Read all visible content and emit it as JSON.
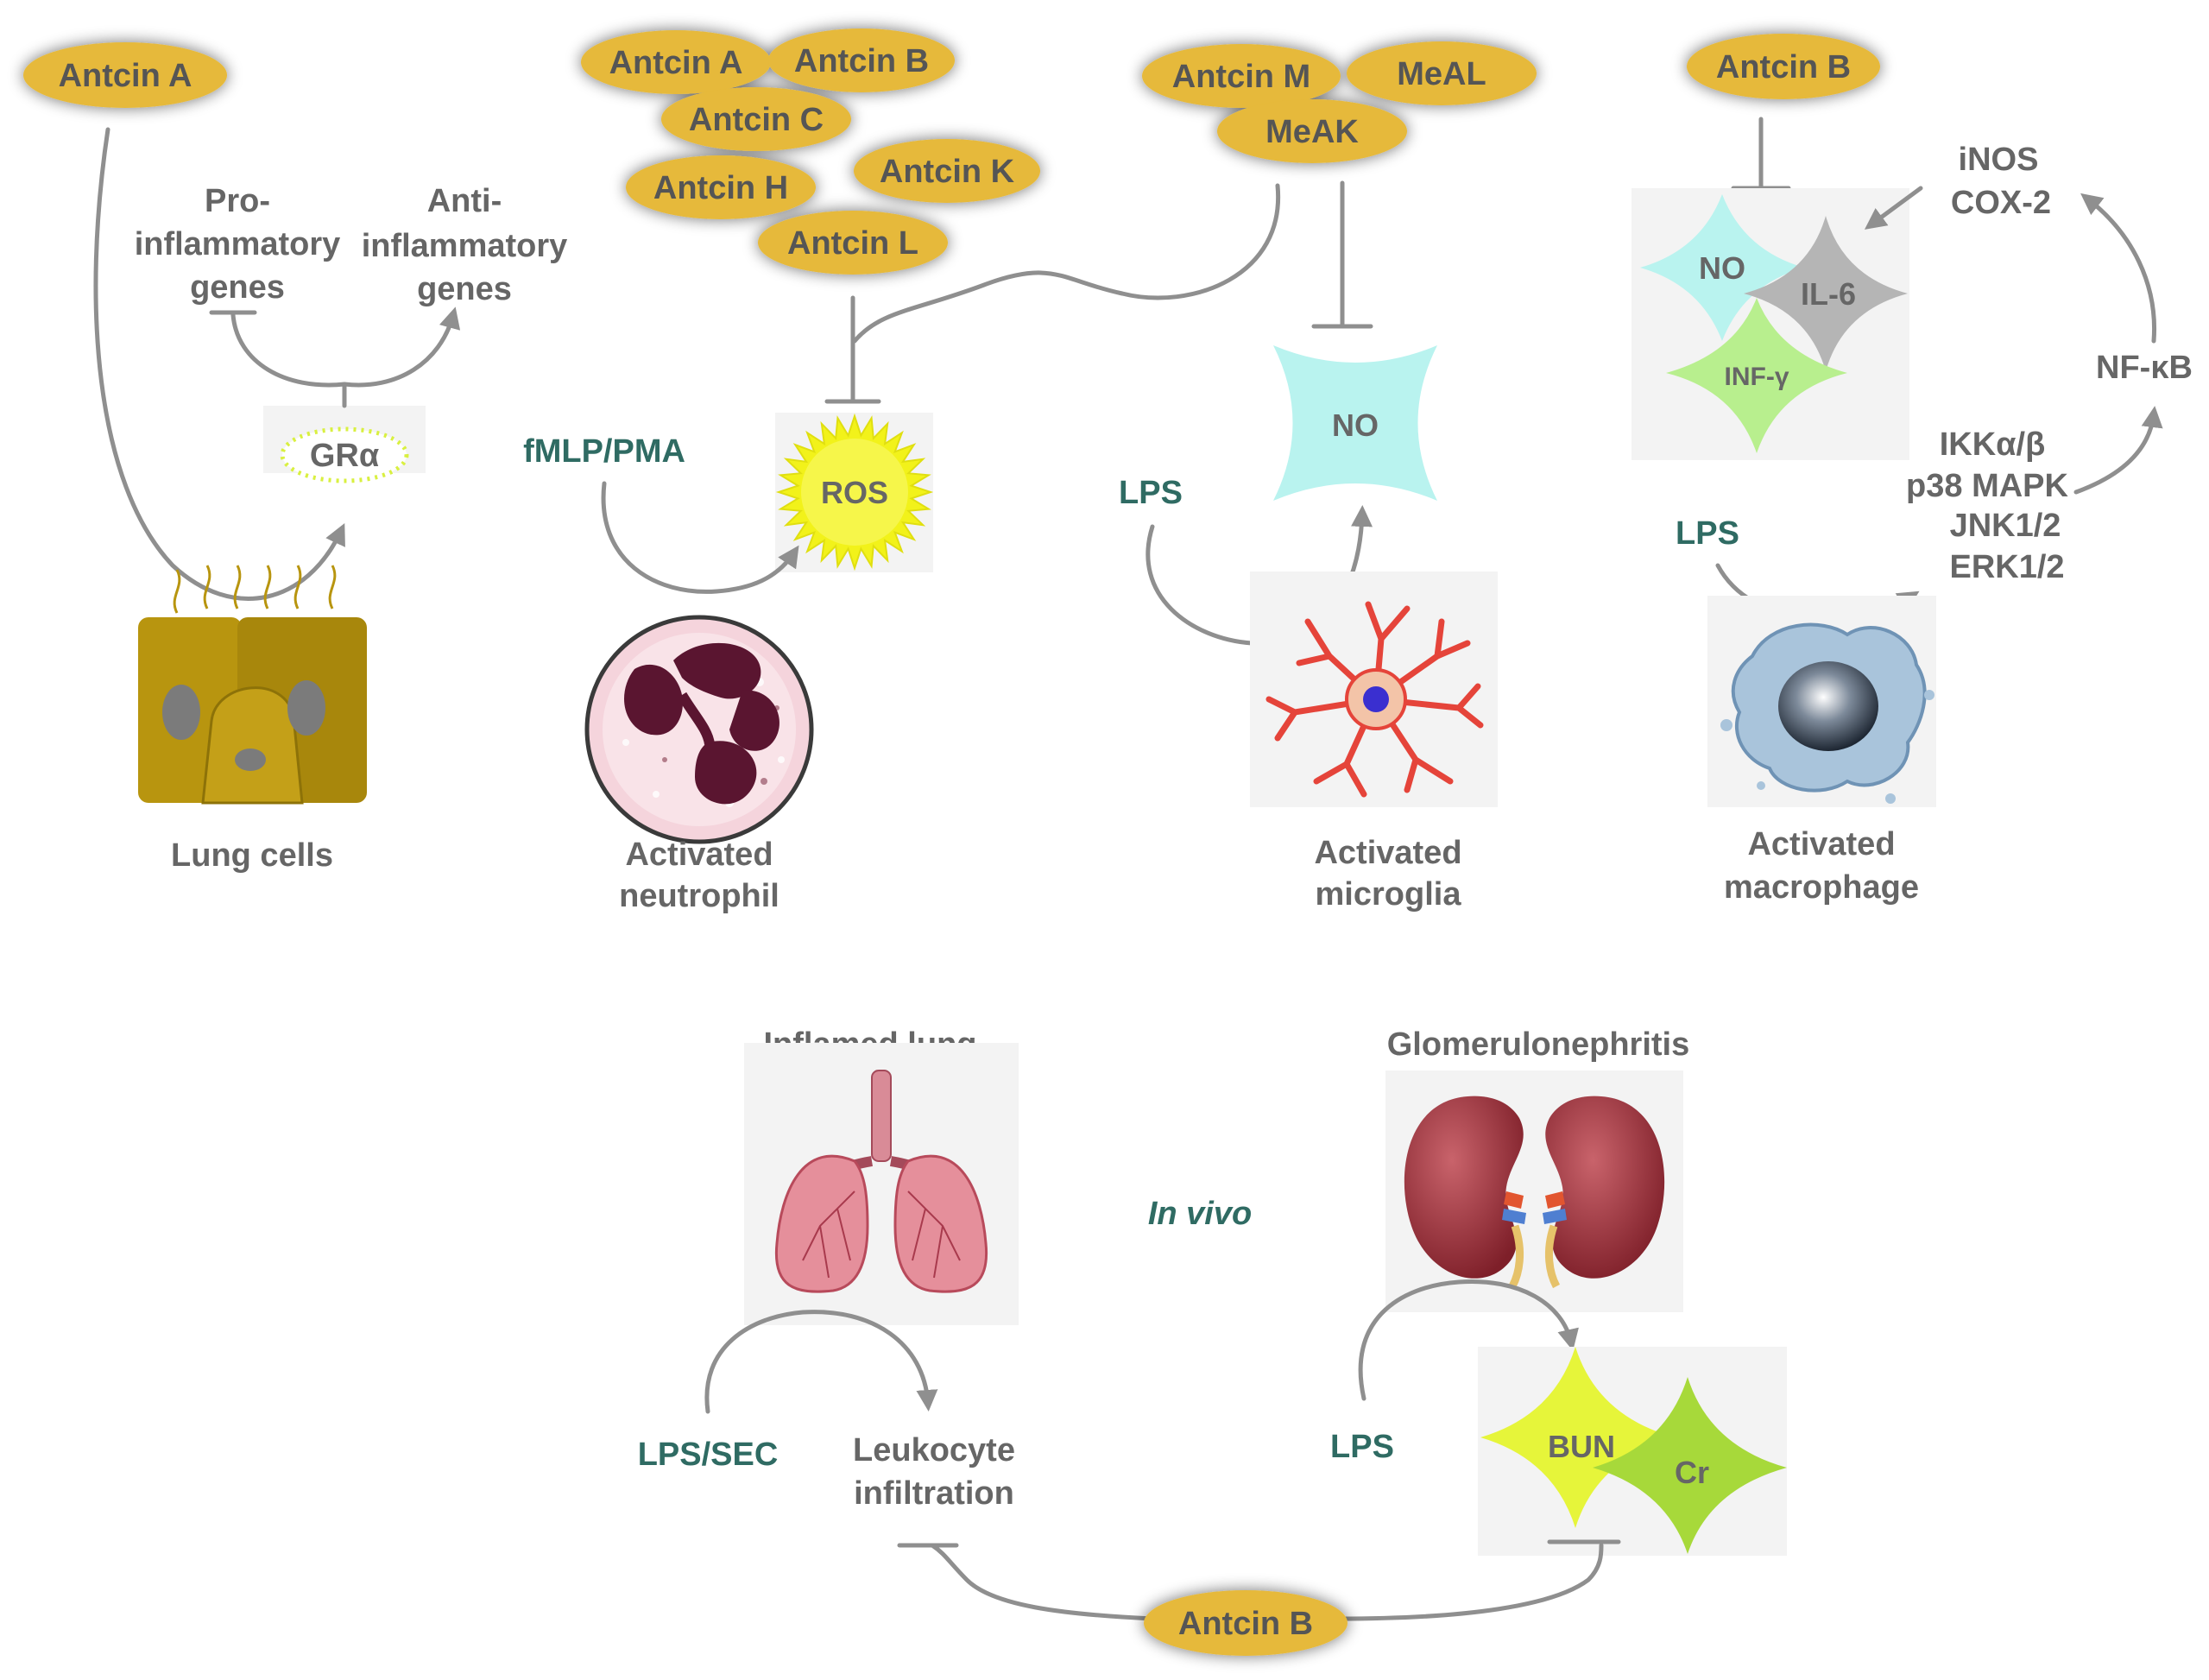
{
  "pills": {
    "lung_antcin_a": "Antcin A",
    "n_antcin_a": "Antcin A",
    "n_antcin_b": "Antcin B",
    "n_antcin_c": "Antcin C",
    "n_antcin_h": "Antcin H",
    "n_antcin_k": "Antcin K",
    "n_antcin_l": "Antcin L",
    "m_antcin_m": "Antcin M",
    "m_meal": "MeAL",
    "m_meak": "MeAK",
    "mac_antcin_b": "Antcin B",
    "vivo_antcin_b": "Antcin B"
  },
  "lung_panel": {
    "pro_line1": "Pro-",
    "pro_line2": "inflammatory",
    "pro_line3": "genes",
    "anti_line1": "Anti-",
    "anti_line2": "inflammatory",
    "anti_line3": "genes",
    "receptor": "GRα",
    "caption": "Lung cells"
  },
  "neutrophil_panel": {
    "stimulus": "fMLP/PMA",
    "product": "ROS",
    "caption_line1": "Activated",
    "caption_line2": "neutrophil"
  },
  "microglia_panel": {
    "stimulus": "LPS",
    "product": "NO",
    "caption_line1": "Activated",
    "caption_line2": "microglia"
  },
  "macrophage_panel": {
    "stimulus": "LPS",
    "enzymes_line1": "iNOS",
    "enzymes_line2": "COX-2",
    "nfkb": "NF-κB",
    "kinase1": "IKKα/β",
    "kinase2": "p38 MAPK",
    "kinase3": "JNK1/2",
    "kinase4": "ERK1/2",
    "mediator_no": "NO",
    "mediator_il6": "IL-6",
    "mediator_inf": "INF-γ",
    "caption_line1": "Activated",
    "caption_line2": "macrophage"
  },
  "in_vivo": {
    "label": "In vivo",
    "lung_title": "Inflamed lung",
    "lung_stimulus": "LPS/SEC",
    "lung_outcome_line1": "Leukocyte",
    "lung_outcome_line2": "infiltration",
    "kidney_title": "Glomerulonephritis",
    "kidney_stimulus": "LPS",
    "marker_bun": "BUN",
    "marker_cr": "Cr"
  },
  "colors": {
    "pill_gold": "#e6b93a",
    "arrow_gray": "#8f8f8f",
    "teal_text": "#2f6b63",
    "ros_yellow": "#f2f21a",
    "no_cyan": "#b9f3ef",
    "il6_gray": "#b5b5b5",
    "inf_green": "#b8ef8e",
    "bun_yellow": "#e6f53a",
    "cr_green": "#a7d93a",
    "lung_cell_gold": "#b8950f"
  }
}
